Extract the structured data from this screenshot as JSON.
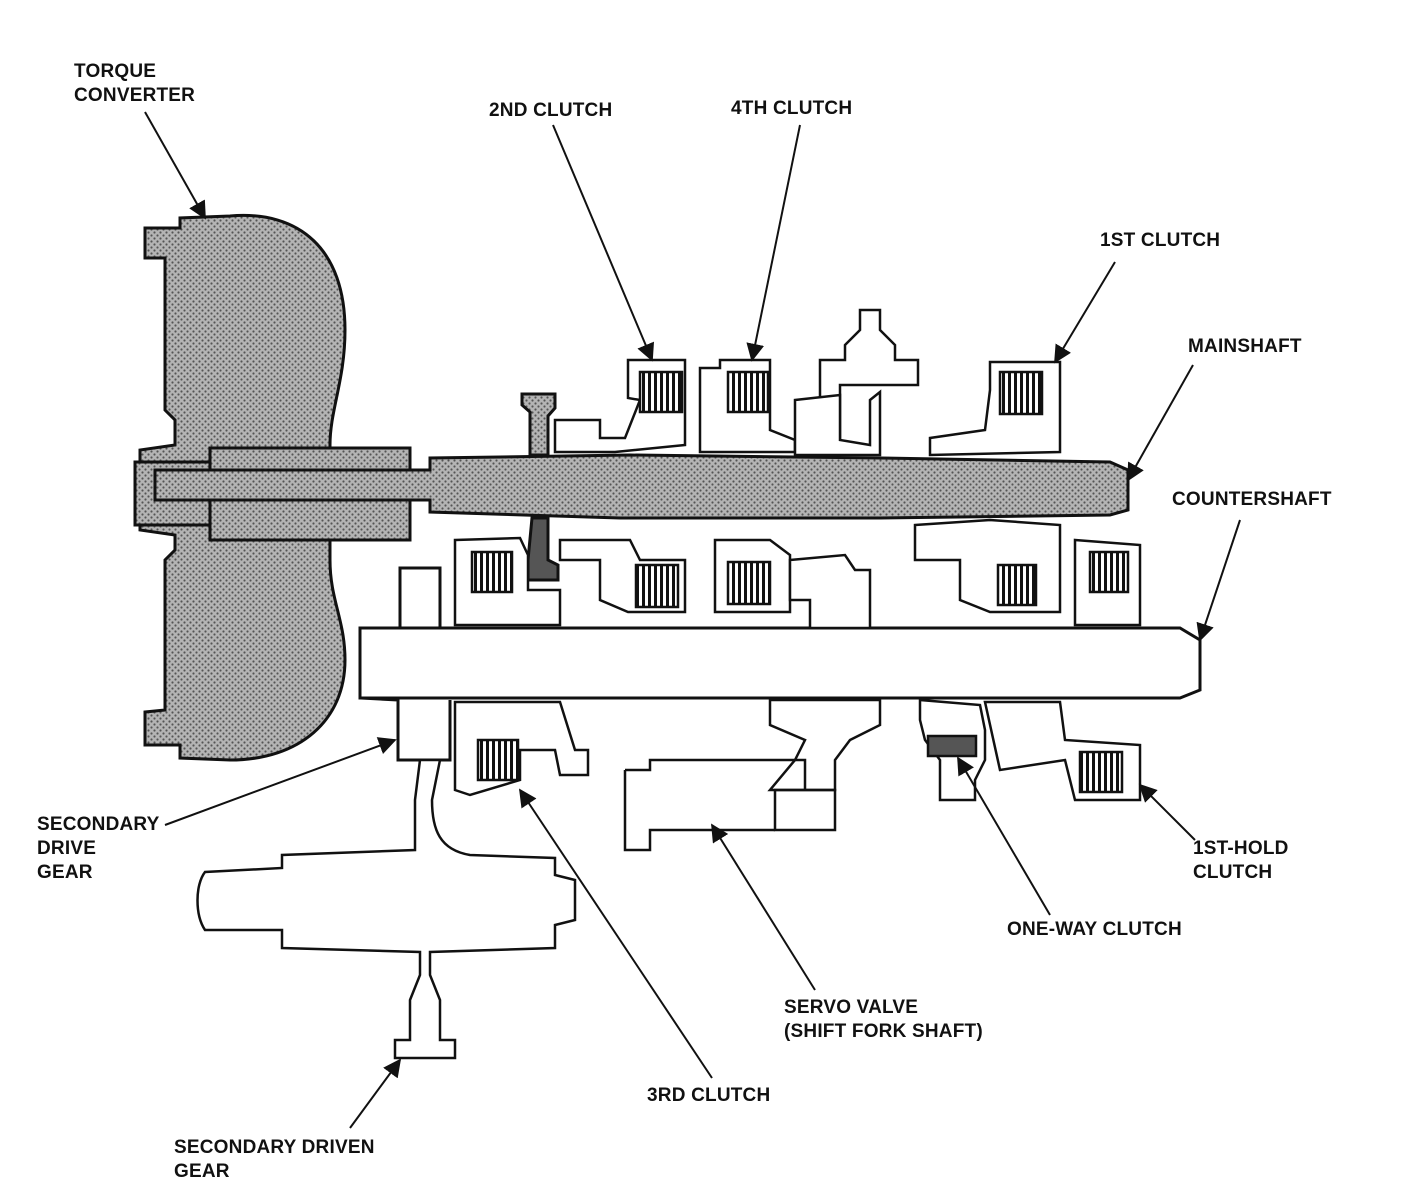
{
  "colors": {
    "ink": "#111111",
    "shade": "#9a9a9a",
    "paper": "#ffffff"
  },
  "labels": {
    "torque_converter": [
      "TORQUE",
      "CONVERTER"
    ],
    "second_clutch": [
      "2ND CLUTCH"
    ],
    "fourth_clutch": [
      "4TH CLUTCH"
    ],
    "first_clutch": [
      "1ST CLUTCH"
    ],
    "mainshaft": [
      "MAINSHAFT"
    ],
    "countershaft": [
      "COUNTERSHAFT"
    ],
    "secondary_drive_gear": [
      "SECONDARY",
      "DRIVE",
      "GEAR"
    ],
    "first_hold_clutch": [
      "1ST-HOLD",
      "CLUTCH"
    ],
    "one_way_clutch": [
      "ONE-WAY CLUTCH"
    ],
    "servo_valve": [
      "SERVO VALVE",
      "(SHIFT FORK SHAFT)"
    ],
    "third_clutch": [
      "3RD CLUTCH"
    ],
    "secondary_driven_gear": [
      "SECONDARY DRIVEN",
      "GEAR"
    ]
  }
}
